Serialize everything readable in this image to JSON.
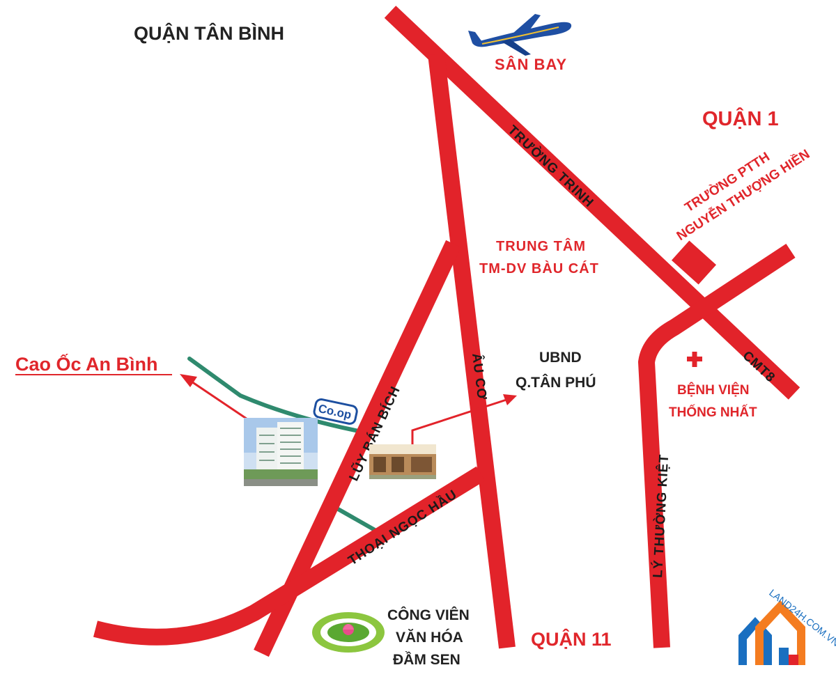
{
  "districts": {
    "tan_binh": "QUẬN TÂN BÌNH",
    "quan1": "QUẬN 1",
    "quan11": "QUẬN 11"
  },
  "roads": {
    "truong_chinh": "TRƯỜNG TRINH",
    "luy_ban_bich": "LŨY BÁN BÍCH",
    "au_co": "ÂU CƠ",
    "thoai_ngoc_hau": "THOẠI NGỌC HẦU",
    "ly_thuong_kiet": "LÝ THƯỜNG KIỆT",
    "cmt8": "CMT8"
  },
  "landmarks": {
    "airport": "SÂN BAY",
    "school_line1": "TRƯỜNG PTTH",
    "school_line2": "NGUYỄN THƯỢNG HIỀN",
    "center_line1": "TRUNG TÂM",
    "center_line2": "TM-DV BÀU CÁT",
    "ubnd_line1": "UBND",
    "ubnd_line2": "Q.TÂN PHÚ",
    "hospital_line1": "BỆNH VIỆN",
    "hospital_line2": "THỐNG NHẤT",
    "park_line1": "CÔNG VIÊN",
    "park_line2": "VĂN HÓA",
    "park_line3": "ĐẦM SEN",
    "coop": "Co.op"
  },
  "project": {
    "name": "Cao Ốc An Bình"
  },
  "watermark": {
    "text": "LAND24H.COM.VN"
  },
  "colors": {
    "road": "#e2232a",
    "road_minor": "#2f8a6e",
    "label_red": "#e0262b",
    "label_dark": "#222222",
    "background": "#ffffff"
  },
  "icons": [
    "airplane-icon",
    "hospital-cross-icon",
    "park-logo-icon",
    "coop-logo-icon",
    "land24h-logo-icon"
  ]
}
